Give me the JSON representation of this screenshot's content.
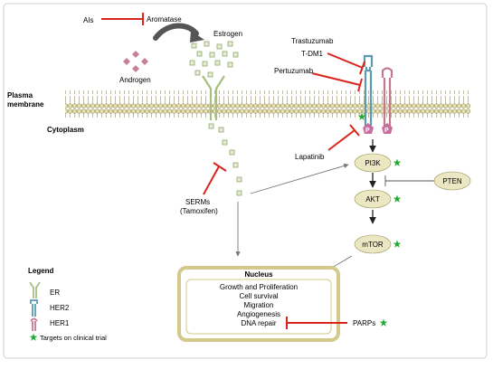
{
  "diagram": {
    "inhibitors": {
      "ais": "AIs",
      "trastuzumab": "Trastuzumab",
      "tdm1": "T-DM1",
      "pertuzumab": "Pertuzumab",
      "lapatinib": "Lapatinib",
      "serms_line1": "SERMs",
      "serms_line2": "(Tamoxifen)",
      "parps": "PARPs"
    },
    "labels": {
      "aromatase": "Aromatase",
      "estrogen": "Estrogen",
      "androgen": "Androgen",
      "plasma_line1": "Plasma",
      "plasma_line2": "membrane",
      "cytoplasm": "Cytoplasm",
      "phospho": "P"
    },
    "pathway": {
      "pi3k": "PI3K",
      "akt": "AKT",
      "mtor": "mTOR",
      "pten": "PTEN"
    },
    "nucleus": {
      "title": "Nucleus",
      "processes": [
        "Growth and Proliferation",
        "Cell survival",
        "Migration",
        "Angiogenesis",
        "DNA repair"
      ]
    },
    "legend": {
      "title": "Legend",
      "er": "ER",
      "her2": "HER2",
      "her1": "HER1",
      "targets": "Targets on clinical trial"
    },
    "colors": {
      "inhibitor_red": "#d9251d",
      "target_star_green": "#22aa33",
      "node_fill": "#ece7c3",
      "nucleus_border": "#d3c98a",
      "her2_teal": "#5b9bb0",
      "her1_pink": "#c4798f",
      "er_green": "#a8bf80",
      "estrogen_green": "#b2c494",
      "androgen_pink": "#c87f9a",
      "phospho_pink": "#c76e9e"
    }
  }
}
